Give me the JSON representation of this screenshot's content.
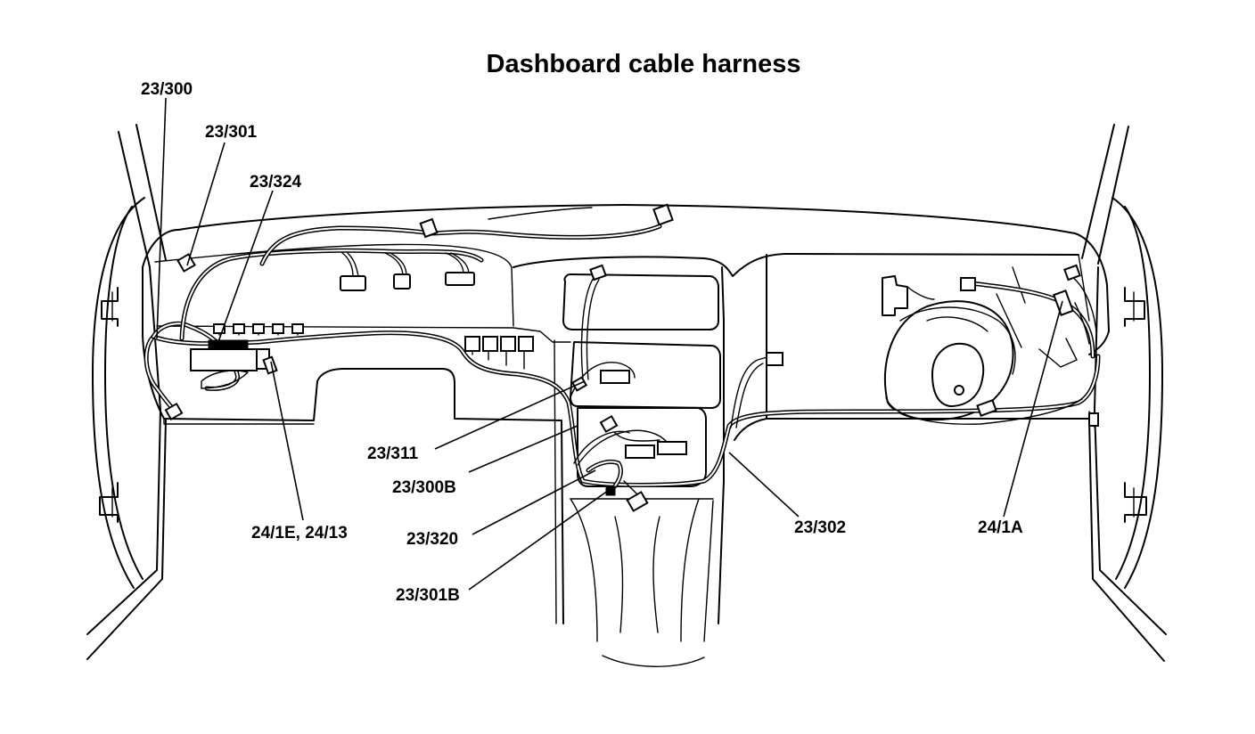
{
  "title": "Dashboard cable harness",
  "callouts": [
    {
      "id": "c-23-300",
      "label": "23/300"
    },
    {
      "id": "c-23-301",
      "label": "23/301"
    },
    {
      "id": "c-23-324",
      "label": "23/324"
    },
    {
      "id": "c-23-311",
      "label": "23/311"
    },
    {
      "id": "c-23-300b",
      "label": "23/300B"
    },
    {
      "id": "c-23-320",
      "label": "23/320"
    },
    {
      "id": "c-23-301b",
      "label": "23/301B"
    },
    {
      "id": "c-24-1e",
      "label": "24/1E, 24/13"
    },
    {
      "id": "c-23-302",
      "label": "23/302"
    },
    {
      "id": "c-24-1a",
      "label": "24/1A"
    }
  ]
}
